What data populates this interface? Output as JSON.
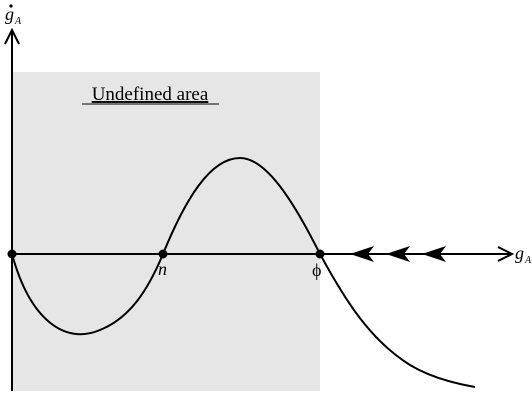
{
  "diagram": {
    "region_label": "Undefined area",
    "region_color": "#e6e6e6",
    "y_axis_label": "g",
    "y_axis_subscript": "A",
    "x_axis_label": "g",
    "x_axis_subscript": "A",
    "point_n_label": "n",
    "point_phi_label": "ϕ",
    "arrow_count": 3,
    "arrow_direction": "left",
    "line_color": "#000000"
  }
}
